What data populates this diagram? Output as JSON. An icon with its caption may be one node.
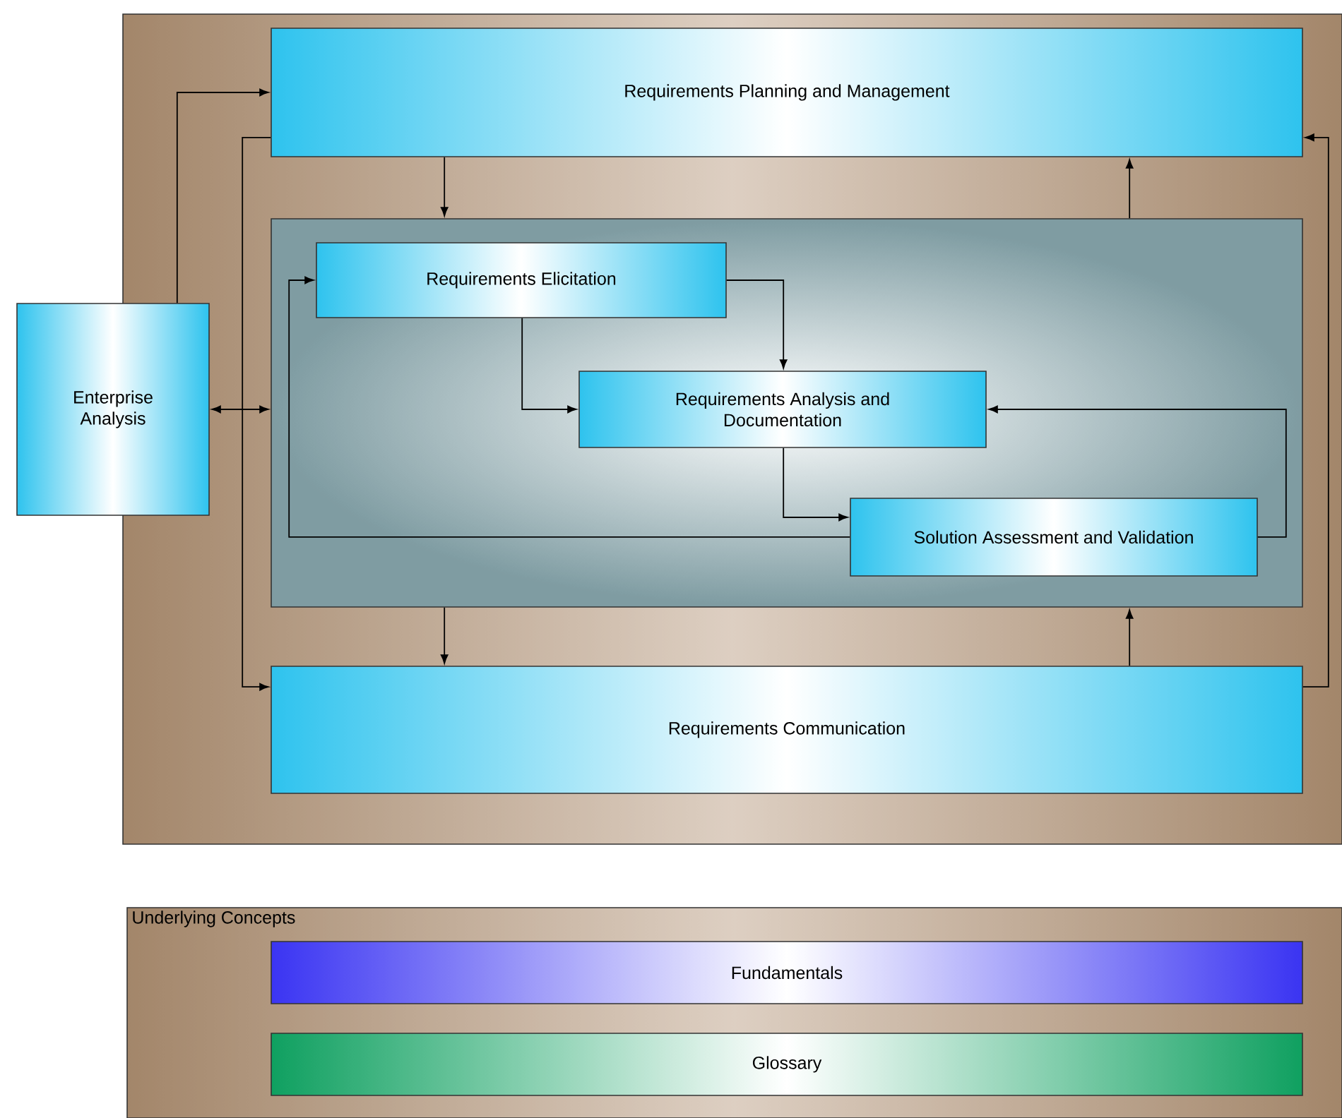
{
  "diagram": {
    "nodes": [
      {
        "text": [],
        "shape": "box"
      },
      {
        "text": [
          "Requirements Planning and Management"
        ],
        "in": 0
      },
      {
        "text": [],
        "shape": "box",
        "in": 0
      },
      {
        "text": [
          "Requirements Elicitation"
        ],
        "in": 2
      },
      {
        "text": [
          "Requirements Analysis and Documentation"
        ],
        "in": 2
      },
      {
        "text": [
          "Solution Assessment and Validation"
        ],
        "in": 2
      },
      {
        "text": [
          "Requirements Communication"
        ],
        "in": 0
      },
      {
        "text": [
          "Enterprise Analysis"
        ]
      },
      {
        "text": [
          "Underlying Concepts"
        ]
      },
      {
        "text": [
          "Fundamentals"
        ],
        "in": 8
      },
      {
        "text": [
          "Glossary"
        ],
        "in": 8
      }
    ],
    "edges": [
      {
        "from": 7,
        "to": 1,
        "arrow": "to"
      },
      {
        "from": 1,
        "to": 6,
        "arrow": "to"
      },
      {
        "from": 7,
        "to": 2,
        "arrow": "both"
      },
      {
        "from": 1,
        "to": 2,
        "arrow": "to"
      },
      {
        "from": 2,
        "to": 1,
        "arrow": "to"
      },
      {
        "from": 2,
        "to": 6,
        "arrow": "to"
      },
      {
        "from": 6,
        "to": 2,
        "arrow": "to"
      },
      {
        "from": 6,
        "to": 1,
        "arrow": "to"
      },
      {
        "from": 3,
        "to": 4,
        "arrow": "to"
      },
      {
        "from": 3,
        "to": 4,
        "arrow": "to"
      },
      {
        "from": 4,
        "to": 5,
        "arrow": "to"
      },
      {
        "from": 5,
        "to": 4,
        "arrow": "to"
      },
      {
        "from": 5,
        "to": 3,
        "arrow": "to"
      }
    ]
  }
}
